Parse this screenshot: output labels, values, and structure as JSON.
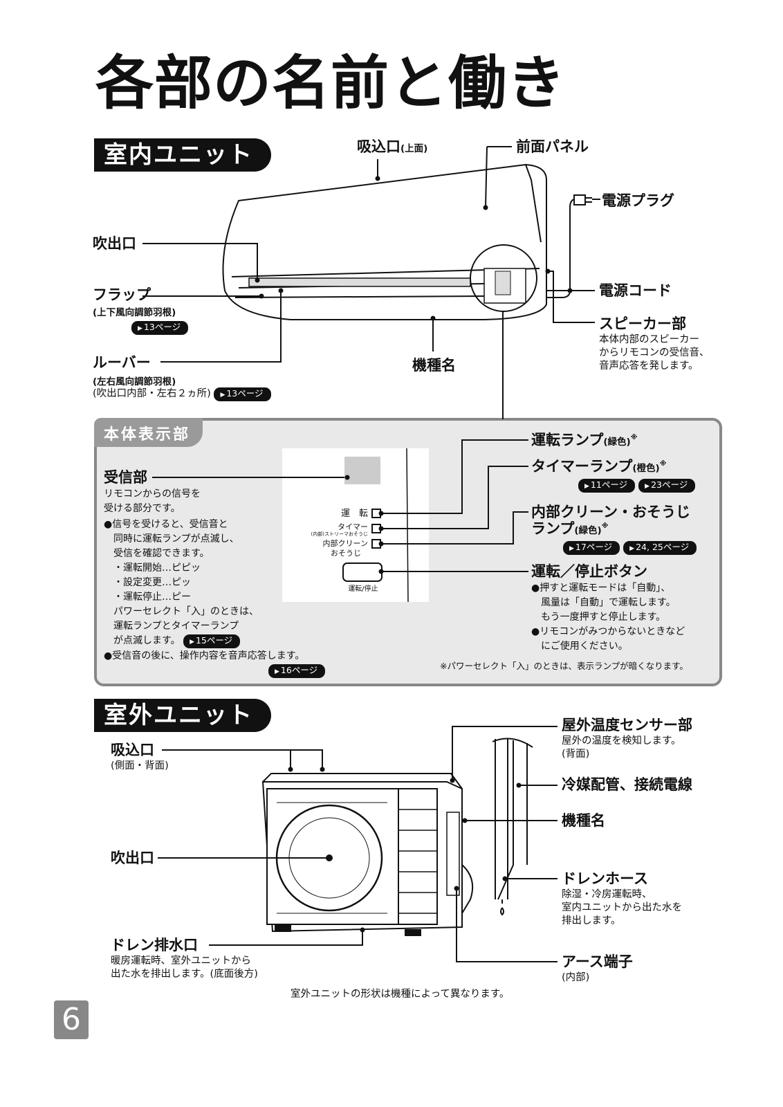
{
  "title": "各部の名前と働き",
  "indoor": {
    "section_label": "室内ユニット",
    "intake": "吸込口",
    "intake_note": "(上面)",
    "front_panel": "前面パネル",
    "power_plug": "電源プラグ",
    "outlet": "吹出口",
    "flap": "フラップ",
    "flap_note": "(上下風向調節羽根)",
    "flap_ref": "13ページ",
    "power_cord": "電源コード",
    "speaker": "スピーカー部",
    "speaker_desc": [
      "本体内部のスピーカー",
      "からリモコンの受信音、",
      "音声応答を発します。"
    ],
    "louver": "ルーバー",
    "louver_note": "(左右風向調節羽根)",
    "louver_note2": "(吹出口内部・左右２ヵ所)",
    "louver_ref": "13ページ",
    "model_name": "機種名"
  },
  "display": {
    "section_label": "本体表示部",
    "receiver": "受信部",
    "receiver_desc": [
      "リモコンからの信号を",
      "受ける部分です。"
    ],
    "receiver_bullet1": [
      "●信号を受けると、受信音と",
      "　同時に運転ランプが点滅し、",
      "　受信を確認できます。",
      "　・運転開始…ピピッ",
      "　・設定変更…ピッ",
      "　・運転停止…ピー",
      "　パワーセレクト「入」のときは、",
      "　運転ランプとタイマーランプ",
      "　が点滅します。"
    ],
    "receiver_ref1": "15ページ",
    "receiver_bullet2": "●受信音の後に、操作内容を音声応答します。",
    "receiver_ref2": "16ページ",
    "panel_run": "運　転",
    "panel_timer": "タイマー",
    "panel_stream": "(内部)ストリーマおそうじ",
    "panel_clean": "内部クリーン",
    "panel_clean2": "おそうじ",
    "panel_button": "運転/停止",
    "run_lamp": "運転ランプ",
    "run_lamp_note": "(緑色)",
    "timer_lamp": "タイマーランプ",
    "timer_lamp_note": "(橙色)",
    "timer_ref1": "11ページ",
    "timer_ref2": "23ページ",
    "clean_lamp": "内部クリーン・おそうじ",
    "clean_lamp2": "ランプ",
    "clean_lamp_note": "(緑色)",
    "clean_ref1": "17ページ",
    "clean_ref2": "24, 25ページ",
    "run_button": "運転／停止ボタン",
    "run_button_desc": [
      "●押すと運転モードは「自動」、",
      "　風量は「自動」で運転します。",
      "　もう一度押すと停止します。",
      "●リモコンがみつからないときなど",
      "　にご使用ください。"
    ],
    "asterisk": "※",
    "footnote": "※パワーセレクト「入」のときは、表示ランプが暗くなります。"
  },
  "outdoor": {
    "section_label": "室外ユニット",
    "intake": "吸込口",
    "intake_note": "(側面・背面)",
    "outlet": "吹出口",
    "drain_outlet": "ドレン排水口",
    "drain_outlet_desc": [
      "暖房運転時、室外ユニットから",
      "出た水を排出します。(底面後方)"
    ],
    "temp_sensor": "屋外温度センサー部",
    "temp_sensor_desc": [
      "屋外の温度を検知します。",
      "(背面)"
    ],
    "pipe": "冷媒配管、接続電線",
    "model_name": "機種名",
    "drain_hose": "ドレンホース",
    "drain_hose_desc": [
      "除湿・冷房運転時、",
      "室内ユニットから出た水を",
      "排出します。"
    ],
    "earth": "アース端子",
    "earth_note": "(内部)",
    "shape_note": "室外ユニットの形状は機種によって異なります。"
  },
  "page_number": "6"
}
